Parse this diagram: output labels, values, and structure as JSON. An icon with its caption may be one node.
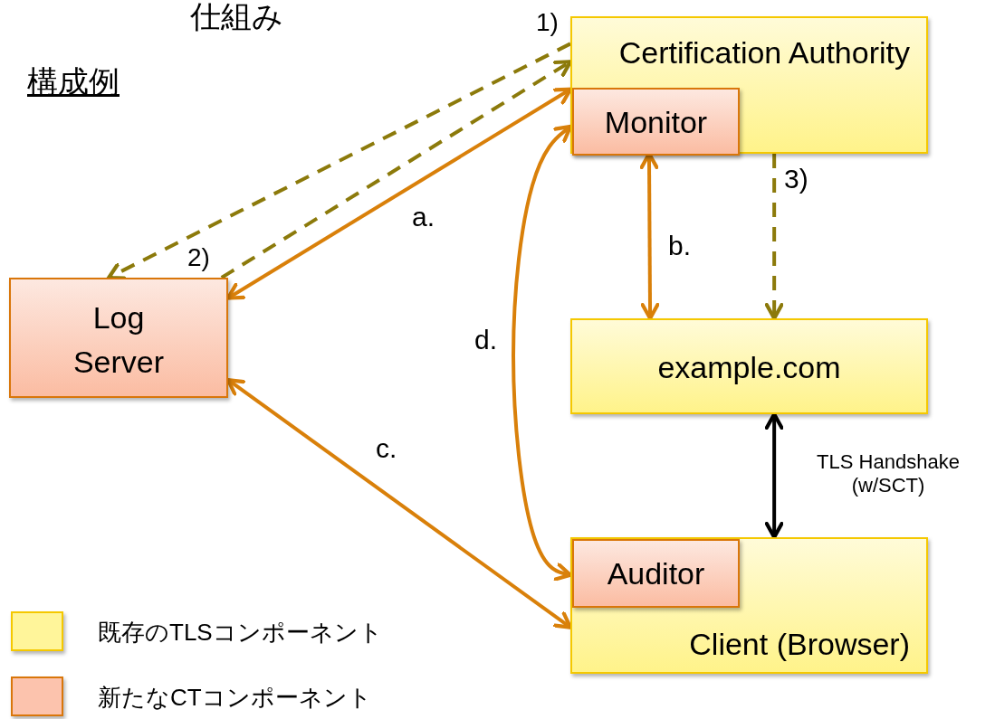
{
  "diagram": {
    "nodes": [
      {
        "text": [
          "Certification Authority"
        ]
      },
      {
        "text": [
          "Monitor"
        ],
        "in": 0
      },
      {
        "text": [
          "Log Server"
        ]
      },
      {
        "text": [
          "example.com"
        ]
      },
      {
        "text": [
          "Client (Browser)"
        ]
      },
      {
        "text": [
          "Auditor"
        ],
        "in": 4
      }
    ],
    "edges": [
      {
        "from": 0,
        "to": 2,
        "arrow": "to",
        "style": "dashed",
        "color": "#8c7a0b",
        "label": "1)"
      },
      {
        "from": 2,
        "to": 0,
        "arrow": "to",
        "style": "dashed",
        "color": "#8c7a0b",
        "label": "2)"
      },
      {
        "from": 2,
        "to": 1,
        "arrow": "both",
        "label": "a."
      },
      {
        "from": 1,
        "to": 3,
        "arrow": "both",
        "label": "b."
      },
      {
        "from": 0,
        "to": 3,
        "arrow": "to",
        "style": "dashed",
        "color": "#8c7a0b",
        "label": "3)"
      },
      {
        "from": 1,
        "to": 5,
        "arrow": "both",
        "label": "d."
      },
      {
        "from": 2,
        "to": 4,
        "arrow": "both",
        "label": "c."
      },
      {
        "from": 3,
        "to": 4,
        "arrow": "both",
        "color": "#000000",
        "label": "TLS Handshake (w/SCT)"
      }
    ],
    "labels": [
      "仕組み",
      "構成例"
    ],
    "legend": [
      {
        "text": "既存のTLSコンポーネント",
        "color": "#fff59a"
      },
      {
        "text": "新たなCTコンポーネント",
        "color": "#fcc3ad"
      }
    ]
  }
}
